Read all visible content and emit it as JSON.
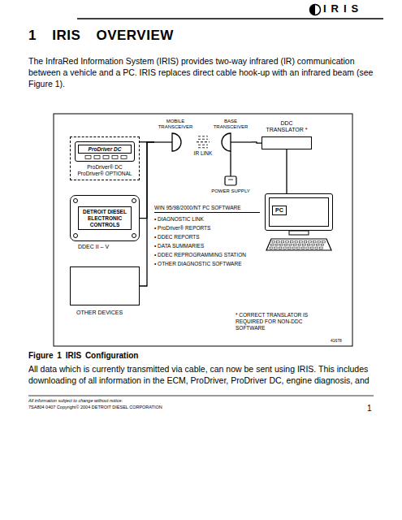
{
  "diagram": {
    "title": "1 IRIS OVERVIEW",
    "caption": "Figure 1 IRIS Configuration",
    "nodes": [
      {
        "text": [
          "ProDriver DC",
          "ProDriver® DC ProDriver® OPTIONAL"
        ]
      },
      {
        "text": [
          "DETROIT DIESEL ELECTRONIC CONTROLS",
          "DDEC II – V"
        ]
      },
      {
        "text": [
          "OTHER DEVICES"
        ]
      },
      {
        "text": [
          "MOBILE TRANSCEIVER"
        ]
      },
      {
        "text": [
          "BASE TRANSCEIVER"
        ]
      },
      {
        "text": [
          "DDC TRANSLATOR *"
        ]
      },
      {
        "text": [
          "POWER SUPPLY"
        ]
      },
      {
        "text": [
          "PC"
        ]
      }
    ],
    "edges": [
      {
        "from": 0,
        "to": 3,
        "arrow": "none"
      },
      {
        "from": 1,
        "to": 3,
        "arrow": "none"
      },
      {
        "from": 2,
        "to": 3,
        "arrow": "none"
      },
      {
        "from": 3,
        "to": 4,
        "label": "IR LINK",
        "arrow": "none"
      },
      {
        "from": 4,
        "to": 5,
        "arrow": "none"
      },
      {
        "from": 6,
        "to": 4,
        "arrow": "none"
      },
      {
        "from": 5,
        "to": 7,
        "arrow": "none"
      }
    ],
    "labels": [
      "IRIS",
      "The InfraRed Information System (IRIS) provides two-way infrared (IR) communication between a vehicle and a PC. IRIS replaces direct cable hook-up with an infrared beam (see Figure 1).",
      "WIN 95/98/2000/NT PC SOFTWARE",
      "• DIAGNOSTIC LINK",
      "• ProDriver® REPORTS",
      "• DDEC REPORTS",
      "• DATA SUMMARIES",
      "• DDEC REPROGRAMMING STATION",
      "• OTHER DIAGNOSTIC SOFTWARE",
      "* CORRECT TRANSLATOR IS REQUIRED FOR NON-DDC SOFTWARE",
      "41678",
      "All data which is currently transmitted via cable, can now be sent using IRIS. This includes downloading of all information in the ECM, ProDriver, ProDriver DC, engine diagnosis, and",
      "All information subject to change without notice.",
      "7SA804 0407 Copyright© 2004 DETROIT DIESEL CORPORATION",
      "1"
    ]
  }
}
